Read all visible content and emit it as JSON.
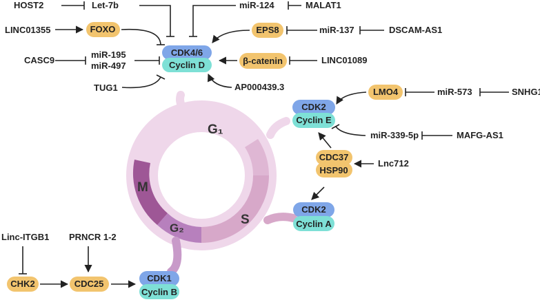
{
  "colors": {
    "orange_pill": "#f2c46e",
    "blue_pill": "#7fa6e8",
    "teal_pill": "#7ee0d6",
    "ring_light": "#efd7ea",
    "ring_mid": "#e2bfdb",
    "ring_s": "#d7a8c9",
    "ring_g2": "#b780bd",
    "ring_m": "#9e5796",
    "text": "#222222"
  },
  "phases": {
    "g1": "G₁",
    "s": "S",
    "g2": "G₂",
    "m": "M"
  },
  "complexes": {
    "cdk46": {
      "top": "CDK4/6",
      "bottom": "Cyclin D"
    },
    "cdk2e": {
      "top": "CDK2",
      "bottom": "Cyclin E"
    },
    "cdc37": {
      "top": "CDC37",
      "bottom": "HSP90"
    },
    "cdk2a": {
      "top": "CDK2",
      "bottom": "Cyclin A"
    },
    "cdk1b": {
      "top": "CDK1",
      "bottom": "Cyclin B"
    }
  },
  "orange_nodes": {
    "foxo": "FOXO",
    "eps8": "EPS8",
    "catenin": "β-catenin",
    "lmo4": "LMO4",
    "chk2": "CHK2",
    "cdc25": "CDC25"
  },
  "labels": {
    "host2": "HOST2",
    "let7b": "Let-7b",
    "mir124": "miR-124",
    "malat1": "MALAT1",
    "linc01355": "LINC01355",
    "mir137": "miR-137",
    "dscam": "DSCAM-AS1",
    "casc9": "CASC9",
    "mir195": "miR-195",
    "mir497": "miR-497",
    "linc01089": "LINC01089",
    "tug1": "TUG1",
    "ap000439": "AP000439.3",
    "mir573": "miR-573",
    "snhg1": "SNHG1",
    "mir339": "miR-339-5p",
    "mafg": "MAFG-AS1",
    "lnc712": "Lnc712",
    "lincitgb1": "Linc-ITGB1",
    "prncr": "PRNCR 1-2"
  }
}
